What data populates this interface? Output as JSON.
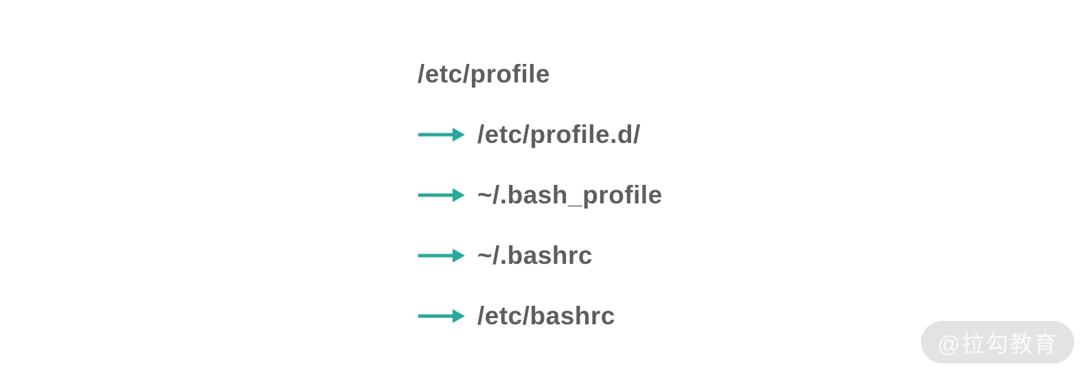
{
  "diagram": {
    "title": "/etc/profile",
    "items": [
      {
        "label": "/etc/profile.d/"
      },
      {
        "label": "~/.bash_profile"
      },
      {
        "label": "~/.bashrc"
      },
      {
        "label": "/etc/bashrc"
      }
    ],
    "arrow_icon": "arrow-right-icon",
    "watermark": "@拉勾教育",
    "colors": {
      "text": "#5e5e5e",
      "arrow": "#2aa89b",
      "background": "#ffffff",
      "watermark_bg": "#e3e3e3",
      "watermark_text": "#fafafa"
    }
  }
}
